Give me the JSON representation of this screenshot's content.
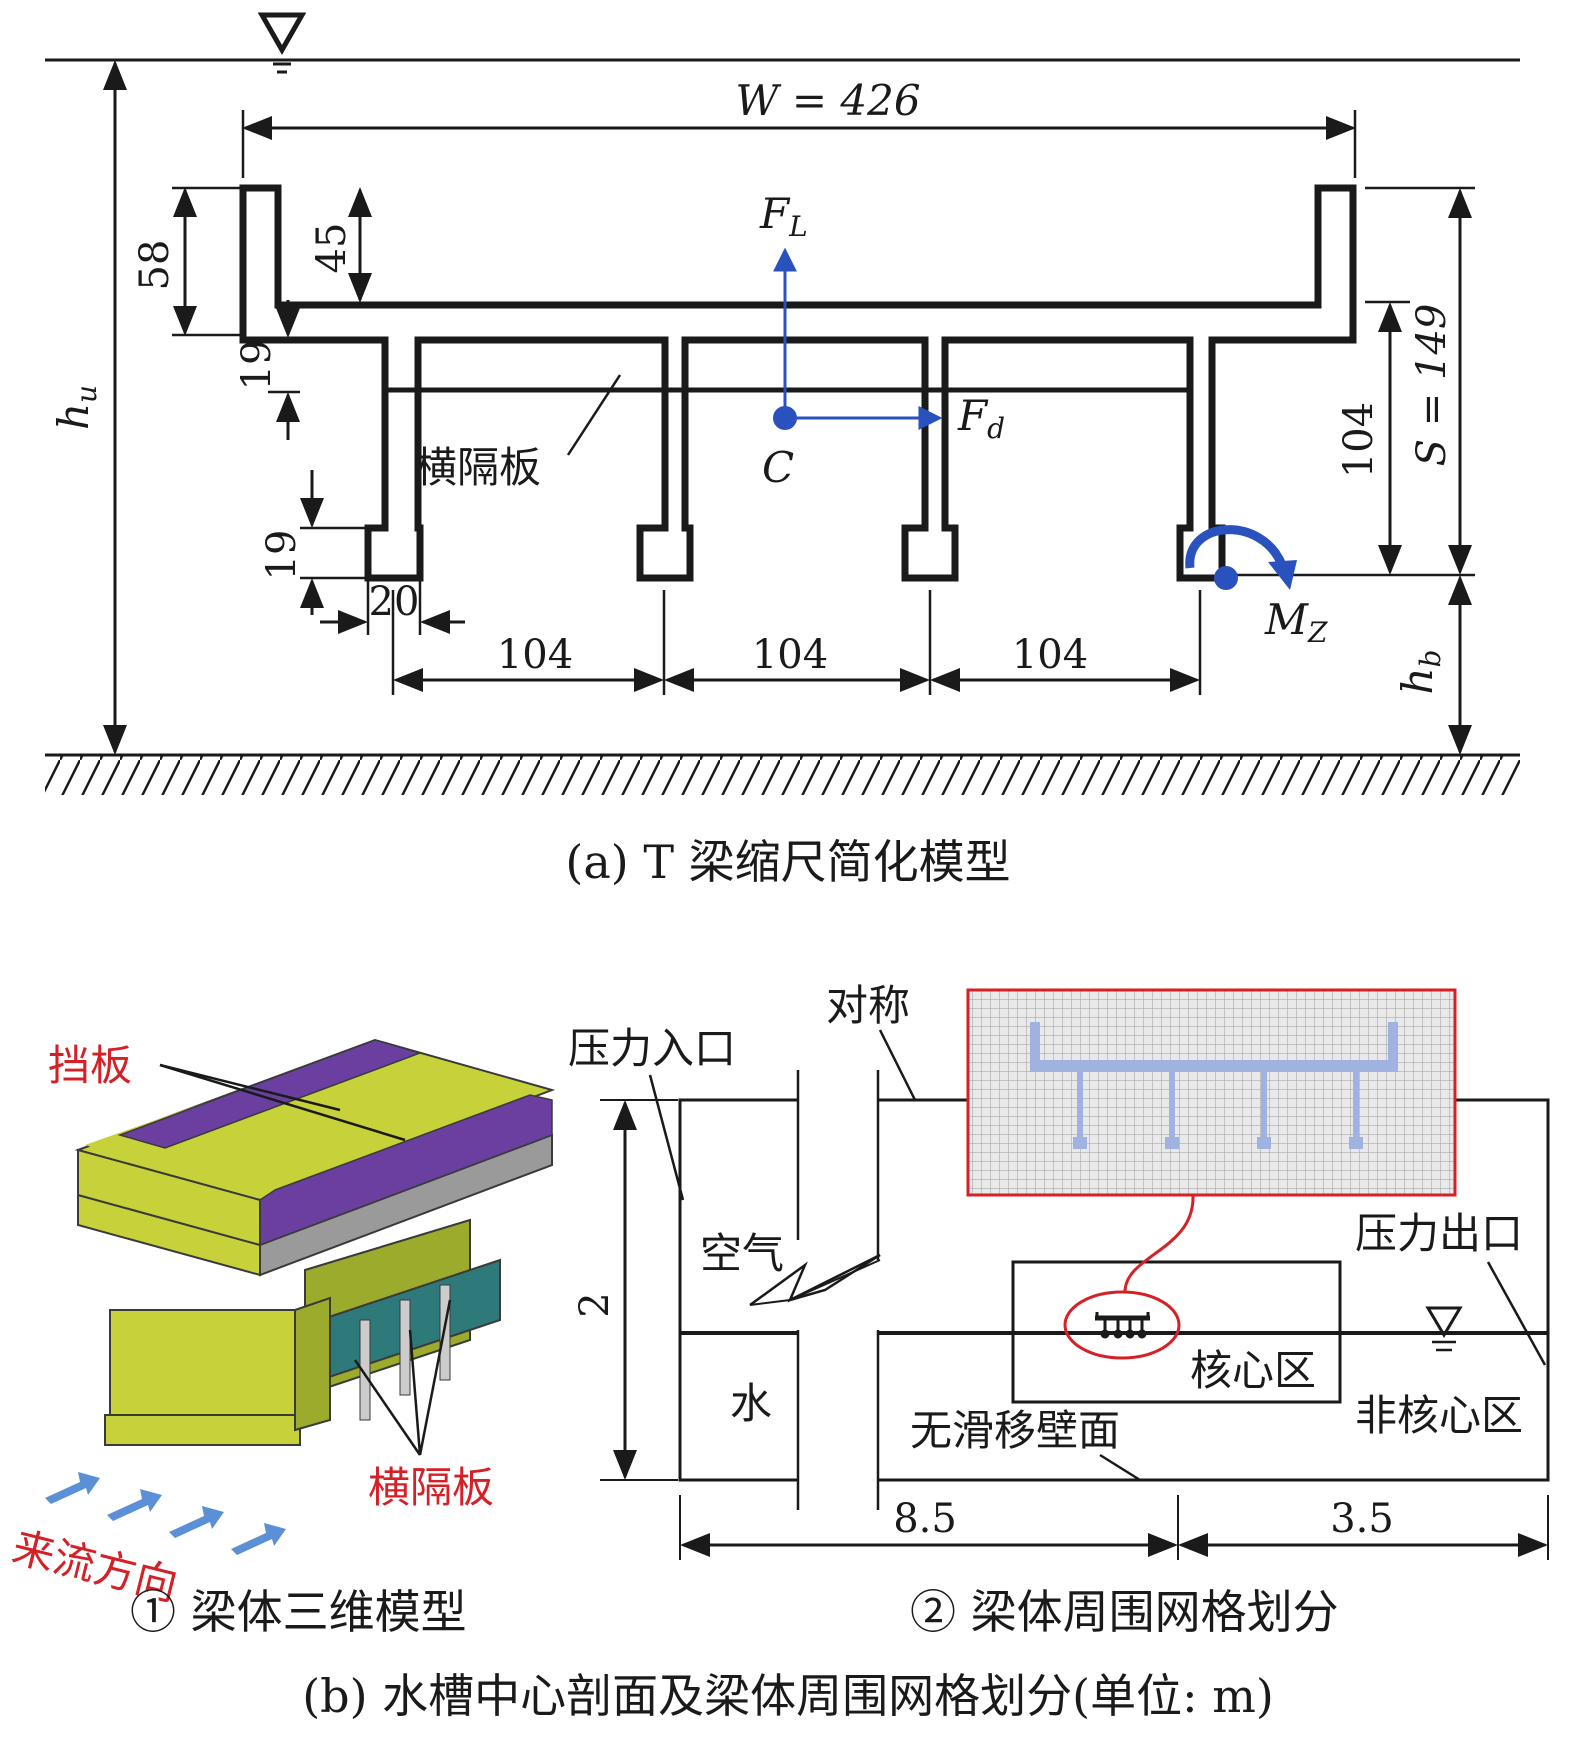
{
  "figure_a": {
    "caption": "(a) T 梁缩尺简化模型",
    "water_symbol": "▽",
    "width_label": "W = 426",
    "dim_58": "58",
    "dim_45": "45",
    "dim_19_top": "19",
    "dim_19_bottom": "19",
    "dim_20": "20",
    "spacing_labels": [
      "104",
      "104",
      "104"
    ],
    "dim_104_right": "104",
    "S_label": "S = 149",
    "hu_label": "h",
    "hu_sub": "u",
    "hb_label": "h",
    "hb_sub": "b",
    "FL_label": "F",
    "FL_sub": "L",
    "Fd_label": "F",
    "Fd_sub": "d",
    "C_label": "C",
    "MZ_label": "M",
    "MZ_sub": "Z",
    "diaphragm_label": "横隔板"
  },
  "figure_b": {
    "caption": "(b) 水槽中心剖面及梁体周围网格划分(单位: m)",
    "sub1_caption": "① 梁体三维模型",
    "sub2_caption": "② 梁体周围网格划分",
    "baffle_label": "挡板",
    "diaphragm_label": "横隔板",
    "flow_label": "来流方向",
    "inlet_label": "压力入口",
    "symmetry_label": "对称",
    "air_label": "空气",
    "water_label": "水",
    "core_label": "核心区",
    "outlet_label": "压力出口",
    "noncore_label": "非核心区",
    "wall_label": "无滑移壁面",
    "height_label": "2",
    "len1_label": "8.5",
    "len2_label": "3.5"
  },
  "colors": {
    "force_arrow": "#2a52be",
    "red_label": "#d42027",
    "beam_yellow": "#c7d13a",
    "baffle_purple": "#6a3fa0",
    "mesh_line": "#c8c8c8",
    "beam_mesh": "#9fb2e0",
    "flow_arrow": "#5b8fd6"
  }
}
